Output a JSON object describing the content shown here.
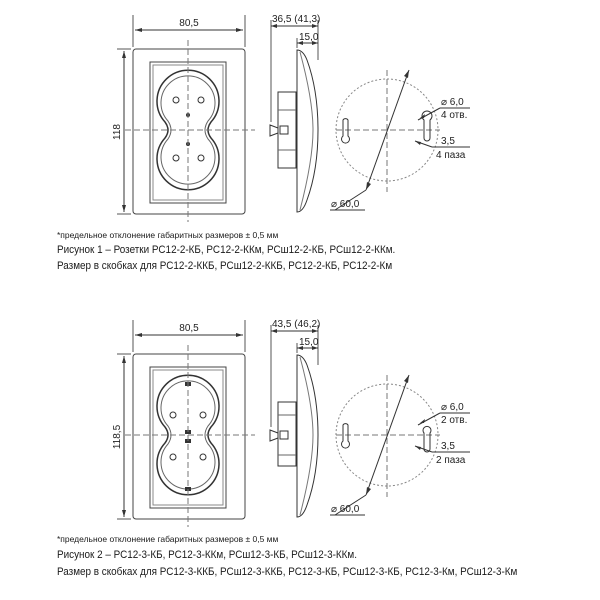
{
  "figures": [
    {
      "width_dim": "80,5",
      "height_dim": "118",
      "depth_dim": "36,5 (41,3)",
      "plate_dim": "15,0",
      "mount_diameter": "⌀ 60,0",
      "hole_diameter": "⌀ 6,0",
      "hole_count": "4 отв.",
      "slot_width": "3,5",
      "slot_count": "4 паза",
      "tolerance_note": "*предельное отклонение габаритных размеров ± 0,5 мм",
      "caption": "Рисунок 1 – Розетки РС12-2-КБ, РС12-2-ККм, РСш12-2-КБ, РСш12-2-ККм.",
      "bracket_note": "Размер в скобках для РС12-2-ККБ, РСш12-2-ККБ, РС12-2-КБ, РС12-2-Км"
    },
    {
      "width_dim": "80,5",
      "height_dim": "118,5",
      "depth_dim": "43,5 (46,2)",
      "plate_dim": "15,0",
      "mount_diameter": "⌀ 60,0",
      "hole_diameter": "⌀ 6,0",
      "hole_count": "2 отв.",
      "slot_width": "3,5",
      "slot_count": "2 паза",
      "tolerance_note": "*предельное отклонение габаритных размеров ± 0,5 мм",
      "caption": "Рисунок 2 – РС12-3-КБ, РС12-3-ККм, РСш12-3-КБ, РСш12-3-ККм.",
      "bracket_note": "Размер в скобках для РС12-3-ККБ, РСш12-3-ККБ, РС12-3-КБ, РСш12-3-КБ, РС12-3-Км, РСш12-3-Км"
    }
  ]
}
